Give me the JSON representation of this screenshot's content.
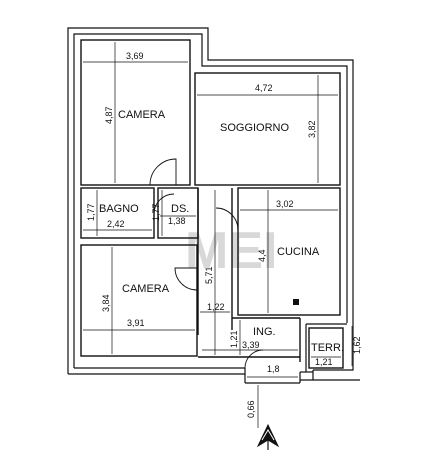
{
  "rooms": {
    "camera_top": "CAMERA",
    "soggiorno": "SOGGIORNO",
    "bagno": "BAGNO",
    "ds": "DS.",
    "cucina": "CUCINA",
    "camera_bottom": "CAMERA",
    "ingresso": "ING.",
    "terrazzo": "TERR."
  },
  "dimensions": {
    "camera_top_width": "3,69",
    "camera_top_height": "4,87",
    "soggiorno_width": "4,72",
    "soggiorno_height": "3,82",
    "bagno_width": "2,42",
    "bagno_height": "1,77",
    "ds_height": "1,77",
    "ds_width": "1,38",
    "cucina_width": "3,02",
    "cucina_height": "4,4",
    "corridor_height": "5,71",
    "camera_bottom_height": "3,84",
    "camera_bottom_width": "3,91",
    "corridor_width": "1,22",
    "ing_height": "1,21",
    "ing_width": "3,39",
    "terr_width": "1,21",
    "terr_height": "1,62",
    "entry_width": "1,8",
    "entry_depth": "0,66"
  },
  "watermark": "MEI",
  "colors": {
    "line": "#111111",
    "watermark": "#d8d8d8"
  }
}
